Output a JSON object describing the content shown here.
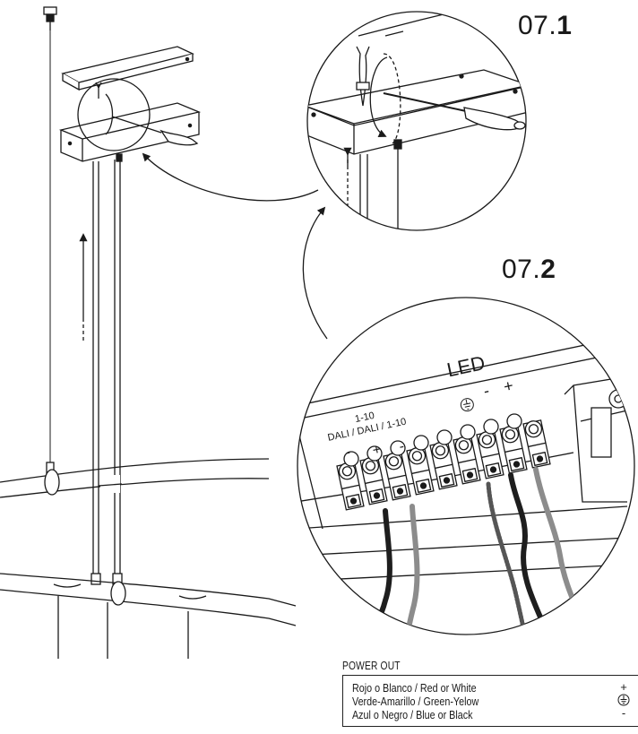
{
  "steps": [
    {
      "prefix": "07.",
      "number": "1"
    },
    {
      "prefix": "07.",
      "number": "2"
    }
  ],
  "terminal_labels": {
    "line1": "1-10",
    "line2": "DALI / DALI / 1-10",
    "minus_left": "-",
    "plus": "+",
    "minus_right": "-",
    "led": "LED",
    "led_minus": "-",
    "led_plus": "+"
  },
  "legend": {
    "title": "POWER OUT",
    "rows": [
      {
        "label": "Rojo o Blanco / Red or White",
        "symbol": "+"
      },
      {
        "label": "Verde-Amarillo / Green-Yelow",
        "symbol": "ground-icon"
      },
      {
        "label": "Azul o Negro / Blue or Black",
        "symbol": "-"
      }
    ]
  },
  "colors": {
    "wire_black": "#1e1e1e",
    "wire_grey": "#8c8c8c",
    "line": "#1a1a1a"
  }
}
